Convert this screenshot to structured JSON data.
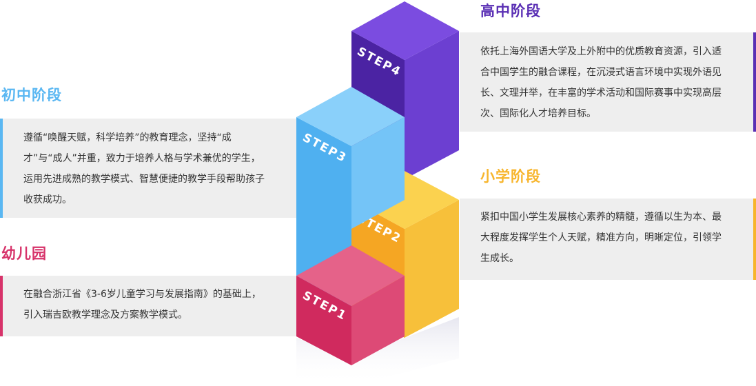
{
  "colors": {
    "kindergarten": "#d7336a",
    "primary": "#f7b52c",
    "junior": "#5ab7f2",
    "senior": "#5a2fb4"
  },
  "stages": {
    "kindergarten": {
      "title": "幼儿园",
      "text": "在融合浙江省《3-6岁儿童学习与发展指南》的基础上，引入瑞吉欧教学理念及方案教学模式。"
    },
    "junior": {
      "title": "初中阶段",
      "text": "遵循“唤醒天赋，科学培养”的教育理念，坚持“成才”与“成人”并重，致力于培养人格与学术兼优的学生，运用先进成熟的教学模式、智慧便捷的教学手段帮助孩子收获成功。"
    },
    "primary": {
      "title": "小学阶段",
      "text": "紧扣中国小学生发展核心素养的精髓，遵循以生为本、最大程度发挥学生个人天赋，精准方向，明晰定位，引领学生成长。"
    },
    "senior": {
      "title": "高中阶段",
      "text": "依托上海外国语大学及上外附中的优质教育资源，引入适合中国学生的融合课程，在沉浸式语言环境中实现外语见长、文理并举，在丰富的学术活动和国际赛事中实现高层次、国际化人才培养目标。"
    }
  },
  "steps": {
    "step1": "STEP1",
    "step2": "STEP2",
    "step3": "STEP3",
    "step4": "STEP4"
  }
}
